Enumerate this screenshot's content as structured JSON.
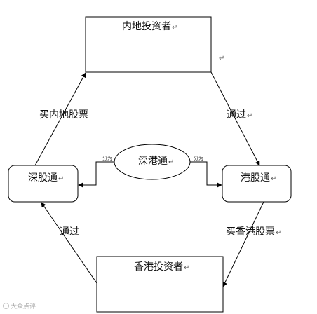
{
  "nodes": {
    "mainland_investor": "内地投资者",
    "hk_investor": "香港投资者",
    "sz_connect": "深股通",
    "hk_connect": "港股通",
    "center": "深港通"
  },
  "edges": {
    "buy_mainland": "买内地股票",
    "pass_right": "通过",
    "buy_hk": "买香港股票",
    "pass_left": "通过",
    "split_left": "分为",
    "split_right": "分为"
  },
  "marks": {
    "return_mark": "↵",
    "stray_mark": "↵"
  },
  "watermark": "大众点评"
}
